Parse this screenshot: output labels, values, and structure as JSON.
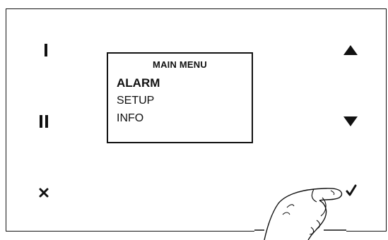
{
  "display": {
    "title": "MAIN MENU",
    "items": [
      {
        "label": "ALARM",
        "selected": true
      },
      {
        "label": "SETUP",
        "selected": false
      },
      {
        "label": "INFO",
        "selected": false
      }
    ]
  },
  "keys": {
    "left": [
      {
        "name": "key-one",
        "icon": "single-bar-icon"
      },
      {
        "name": "key-two",
        "icon": "double-bar-icon"
      },
      {
        "name": "key-cancel",
        "icon": "cross-icon"
      }
    ],
    "right": [
      {
        "name": "key-up",
        "icon": "triangle-up-icon"
      },
      {
        "name": "key-down",
        "icon": "triangle-down-icon"
      },
      {
        "name": "key-confirm",
        "icon": "checkmark-icon"
      }
    ]
  },
  "colors": {
    "ink": "#111111",
    "background": "#ffffff"
  }
}
